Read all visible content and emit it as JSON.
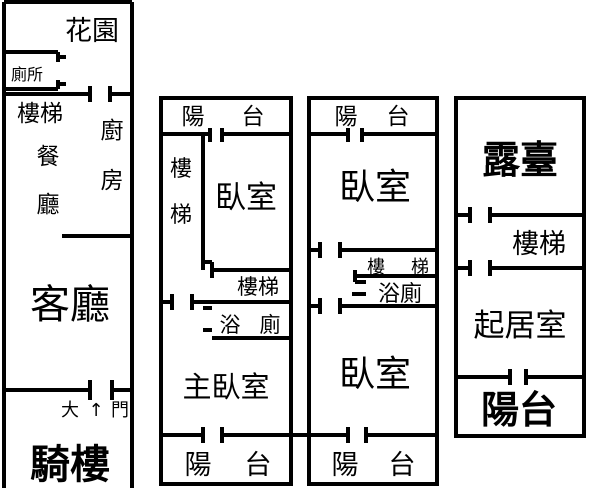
{
  "floor1": {
    "garden": "花園",
    "toilet": "廁所",
    "stairs": "樓梯",
    "dining_1": "餐",
    "dining_2": "廳",
    "kitchen_1": "廚",
    "kitchen_2": "房",
    "living": "客廳",
    "main_door_1": "大",
    "main_door_arrow": "↑",
    "main_door_2": "門",
    "arcade": "騎樓"
  },
  "floor2": {
    "balcony_top_1": "陽",
    "balcony_top_2": "台",
    "stairs_v1": "樓",
    "stairs_v2": "梯",
    "bedroom": "臥室",
    "stairs": "樓梯",
    "bath_1": "浴",
    "bath_2": "廁",
    "master_bedroom": "主臥室",
    "balcony_bottom_1": "陽",
    "balcony_bottom_2": "台"
  },
  "floor3": {
    "balcony_top_1": "陽",
    "balcony_top_2": "台",
    "bedroom_top": "臥室",
    "stairs_1": "樓",
    "stairs_2": "梯",
    "bath": "浴廁",
    "bedroom_bottom": "臥室",
    "balcony_bottom_1": "陽",
    "balcony_bottom_2": "台"
  },
  "floor4": {
    "terrace": "露臺",
    "stairs": "樓梯",
    "family_room": "起居室",
    "balcony": "陽台"
  }
}
